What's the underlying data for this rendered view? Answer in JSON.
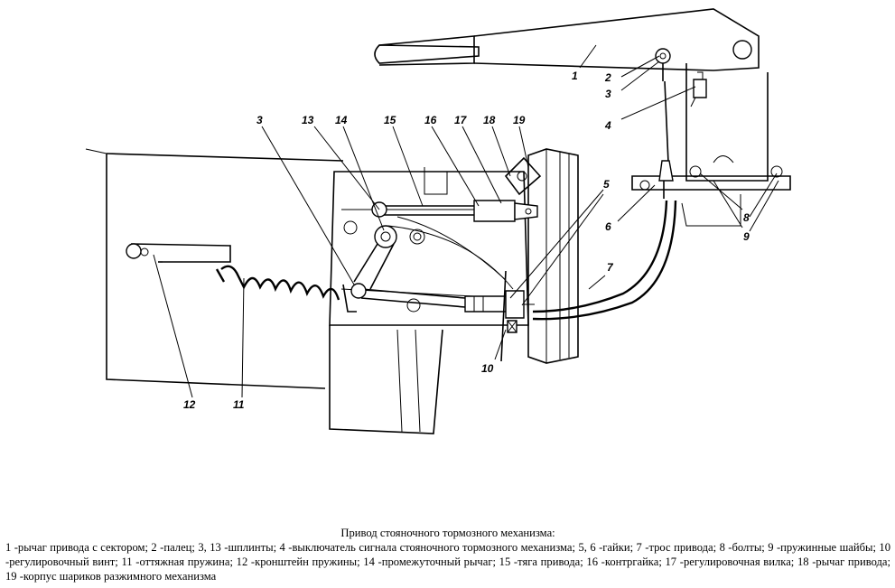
{
  "caption": {
    "title": "Привод стояночного тормозного механизма:",
    "body": "1 -рычаг привода с сектором; 2 -палец; 3, 13 -шплинты; 4 -выключатель сигнала стояночного тормозного механизма; 5, 6 -гайки; 7 -трос привода; 8 -болты; 9 -пружинные шайбы; 10 -регулировочный винт; 11 -оттяжная пружина; 12 -кронштейн пружины; 14 -промежуточный рычаг; 15 -тяга привода; 16 -контргайка; 17 -регулировочная вилка; 18 -рычаг привода; 19 -корпус шариков разжимного механизма"
  },
  "callouts": {
    "c1": "1",
    "c2": "2",
    "c3a": "3",
    "c4": "4",
    "c5": "5",
    "c6": "6",
    "c7": "7",
    "c8": "8",
    "c9": "9",
    "c3b": "3",
    "c13": "13",
    "c14": "14",
    "c15": "15",
    "c16": "16",
    "c17": "17",
    "c18": "18",
    "c19": "19",
    "c10": "10",
    "c11": "11",
    "c12": "12"
  }
}
